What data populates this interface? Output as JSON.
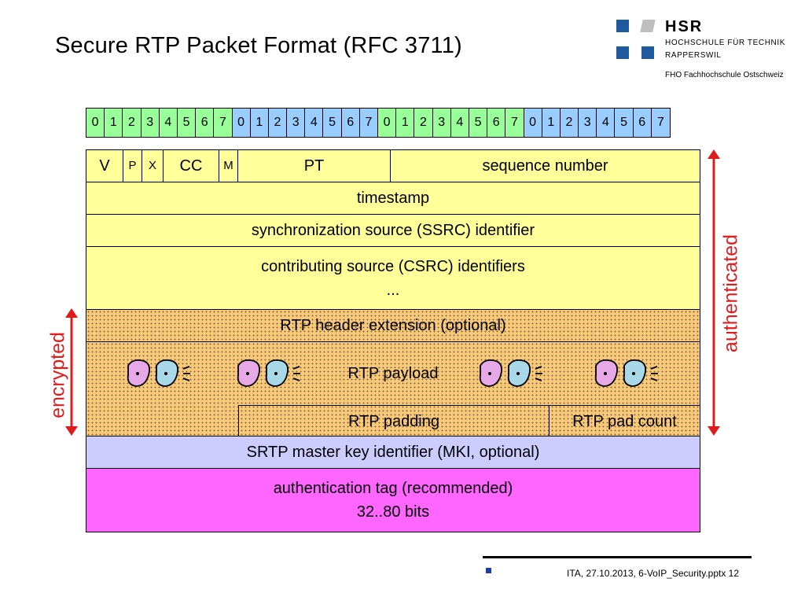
{
  "slide": {
    "title": "Secure RTP Packet Format  (RFC 3711)",
    "footer": "ITA, 27.10.2013, 6-VoIP_Security.pptx 12"
  },
  "logo": {
    "name": "HSR",
    "line1": "HOCHSCHULE FÜR TECHNIK",
    "line2": "RAPPERSWIL",
    "line3": "FHO Fachhochschule Ostschweiz"
  },
  "bit_ruler": {
    "octets": [
      {
        "color": "#99ff99",
        "bits": [
          "0",
          "1",
          "2",
          "3",
          "4",
          "5",
          "6",
          "7"
        ]
      },
      {
        "color": "#99ccff",
        "bits": [
          "0",
          "1",
          "2",
          "3",
          "4",
          "5",
          "6",
          "7"
        ]
      },
      {
        "color": "#99ff99",
        "bits": [
          "0",
          "1",
          "2",
          "3",
          "4",
          "5",
          "6",
          "7"
        ]
      },
      {
        "color": "#99ccff",
        "bits": [
          "0",
          "1",
          "2",
          "3",
          "4",
          "5",
          "6",
          "7"
        ]
      }
    ]
  },
  "packet": {
    "header_fields": {
      "v": "V",
      "p": "P",
      "x": "X",
      "cc": "CC",
      "m": "M",
      "pt": "PT",
      "seq": "sequence number"
    },
    "timestamp": "timestamp",
    "ssrc": "synchronization source (SSRC) identifier",
    "csrc_line1": "contributing source (CSRC) identifiers",
    "csrc_line2": "...",
    "extension": "RTP header extension (optional)",
    "payload": "RTP payload",
    "padding": "RTP padding",
    "pad_count": "RTP pad count",
    "mki": "SRTP master key identifier (MKI, optional)",
    "auth_tag_line1": "authentication tag (recommended)",
    "auth_tag_line2": "32..80 bits"
  },
  "labels": {
    "encrypted": "encrypted",
    "authenticated": "authenticated"
  },
  "colors": {
    "header": "#ffff99",
    "encrypted_area": "#f9c878",
    "mki": "#ccccff",
    "auth_tag": "#ff66ff",
    "arrow": "#e01b1b",
    "logo_blue": "#1f5a9e"
  },
  "icons": [
    "people-talking-icon",
    "people-talking-icon",
    "people-talking-icon",
    "people-talking-icon"
  ]
}
